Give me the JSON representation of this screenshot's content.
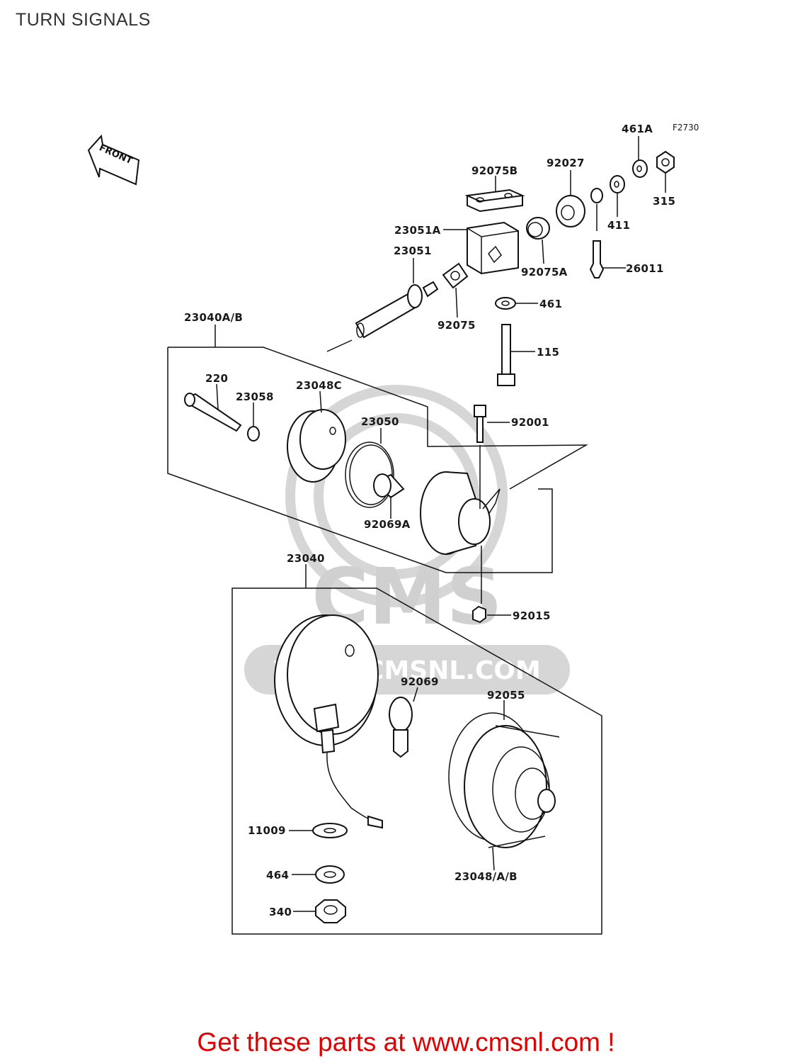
{
  "page": {
    "title": "TURN SIGNALS"
  },
  "diagram": {
    "figure_code": "F2730",
    "front_arrow_text": "FRONT",
    "watermark": {
      "brand": "CMS",
      "url": "WWW.CMSNL.COM"
    },
    "labels": {
      "p461A": "461A",
      "p315": "315",
      "p92027": "92027",
      "p92075B": "92075B",
      "p411": "411",
      "p23051A": "23051A",
      "p23051": "23051",
      "p92075A": "92075A",
      "p26011": "26011",
      "p461": "461",
      "p92075": "92075",
      "p23040AB": "23040A/B",
      "p115": "115",
      "p220": "220",
      "p23058": "23058",
      "p23048C": "23048C",
      "p23050": "23050",
      "p92001": "92001",
      "p92069A": "92069A",
      "p23040": "23040",
      "p92015": "92015",
      "p92069": "92069",
      "p92055": "92055",
      "p11009": "11009",
      "p464": "464",
      "p340": "340",
      "p23048AB": "23048/A/B"
    }
  },
  "footer": {
    "promo_text": "Get these parts at www.cmsnl.com !"
  }
}
